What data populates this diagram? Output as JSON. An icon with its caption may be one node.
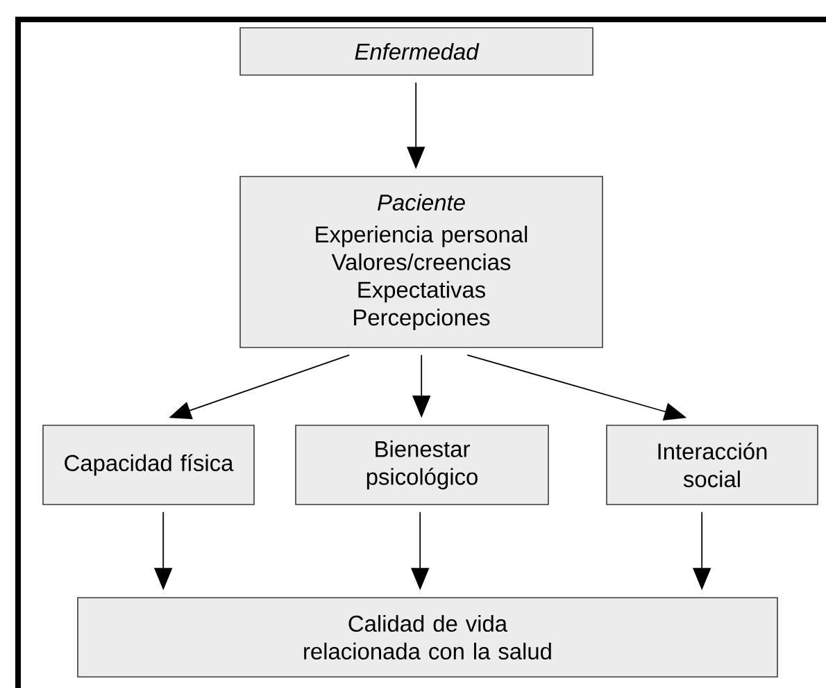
{
  "diagram": {
    "nodes": [
      {
        "text": [
          "Enfermedad"
        ]
      },
      {
        "text": [
          "Paciente",
          "Experiencia personal",
          "Valores/creencias",
          "Expectativas",
          "Percepciones"
        ]
      },
      {
        "text": [
          "Capacidad física"
        ]
      },
      {
        "text": [
          "Bienestar psicológico"
        ]
      },
      {
        "text": [
          "Interacción social"
        ]
      },
      {
        "text": [
          "Calidad de vida relacionada con la salud"
        ]
      }
    ],
    "edges": [
      {
        "from": 0,
        "to": 1,
        "arrow": "to"
      },
      {
        "from": 1,
        "to": 2,
        "arrow": "to"
      },
      {
        "from": 1,
        "to": 3,
        "arrow": "to"
      },
      {
        "from": 1,
        "to": 4,
        "arrow": "to"
      },
      {
        "from": 2,
        "to": 5,
        "arrow": "to"
      },
      {
        "from": 3,
        "to": 5,
        "arrow": "to"
      },
      {
        "from": 4,
        "to": 5,
        "arrow": "to"
      }
    ]
  }
}
